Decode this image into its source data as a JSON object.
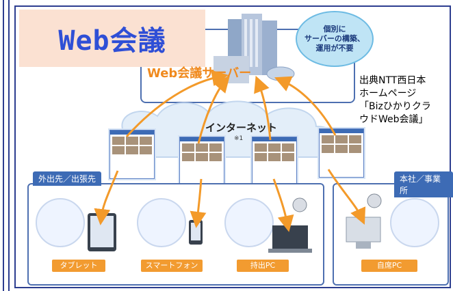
{
  "title": "Web会議",
  "server": {
    "label": "Web会議サーバー"
  },
  "bubble": {
    "text": "個別に\nサーバーの構築、\n運用が不要"
  },
  "source": {
    "text": "出典NTT西日本\nホームページ\n「Bizひかりクラ\nウドWeb会議」"
  },
  "internet": {
    "label": "インターネット",
    "note": "※1"
  },
  "sections": {
    "remote": {
      "label": "外出先／出張先"
    },
    "office": {
      "label": "本社／事業所"
    }
  },
  "devices": [
    {
      "label": "タブレット"
    },
    {
      "label": "スマートフォン"
    },
    {
      "label": "持出PC"
    },
    {
      "label": "自席PC"
    }
  ],
  "colors": {
    "frame": "#2c3d8f",
    "title": "#2f4fd6",
    "title_bg": "#fbe1d2",
    "arrow": "#f39a2a",
    "label_bg": "#f29b30",
    "section_tab": "#3d6bb5"
  }
}
